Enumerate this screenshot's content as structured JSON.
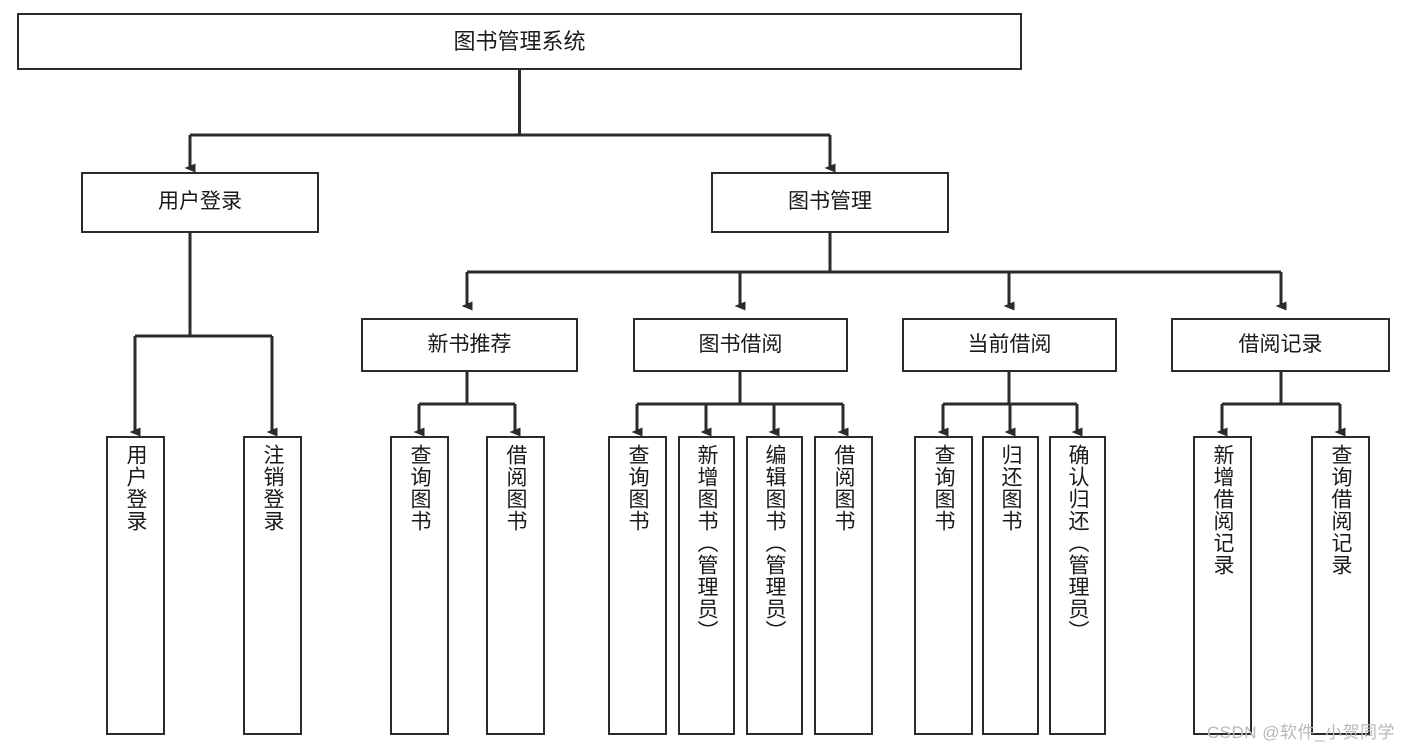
{
  "diagram": {
    "title": "图书管理系统",
    "type": "tree-hierarchy",
    "watermark": "CSDN @软件_小贺同学",
    "colors": {
      "stroke": "#2b2b2b",
      "fill": "#ffffff",
      "text": "#1a1a1a",
      "watermark": "#b9b9b9"
    },
    "nodes": {
      "root": {
        "label": "图书管理系统"
      },
      "level2": [
        {
          "id": "user-login",
          "label": "用户登录"
        },
        {
          "id": "book-manage",
          "label": "图书管理"
        }
      ],
      "level3": [
        {
          "id": "new-book-recommend",
          "label": "新书推荐"
        },
        {
          "id": "book-borrow",
          "label": "图书借阅"
        },
        {
          "id": "current-borrow",
          "label": "当前借阅"
        },
        {
          "id": "borrow-record",
          "label": "借阅记录"
        }
      ],
      "leaves": {
        "user-login": [
          {
            "id": "leaf-user-login",
            "label": "用户登录"
          },
          {
            "id": "leaf-logout-login",
            "label": "注销登录"
          }
        ],
        "new-book-recommend": [
          {
            "id": "leaf-query-book-1",
            "label": "查询图书"
          },
          {
            "id": "leaf-borrow-book-1",
            "label": "借阅图书"
          }
        ],
        "book-borrow": [
          {
            "id": "leaf-query-book-2",
            "label": "查询图书"
          },
          {
            "id": "leaf-add-book-admin",
            "label": "新增图书（管理员）"
          },
          {
            "id": "leaf-edit-book-admin",
            "label": "编辑图书（管理员）"
          },
          {
            "id": "leaf-borrow-book-2",
            "label": "借阅图书"
          }
        ],
        "current-borrow": [
          {
            "id": "leaf-query-book-3",
            "label": "查询图书"
          },
          {
            "id": "leaf-return-book",
            "label": "归还图书"
          },
          {
            "id": "leaf-confirm-return-admin",
            "label": "确认归还（管理员）"
          }
        ],
        "borrow-record": [
          {
            "id": "leaf-add-borrow-record",
            "label": "新增借阅记录"
          },
          {
            "id": "leaf-query-borrow-record",
            "label": "查询借阅记录"
          }
        ]
      }
    }
  }
}
